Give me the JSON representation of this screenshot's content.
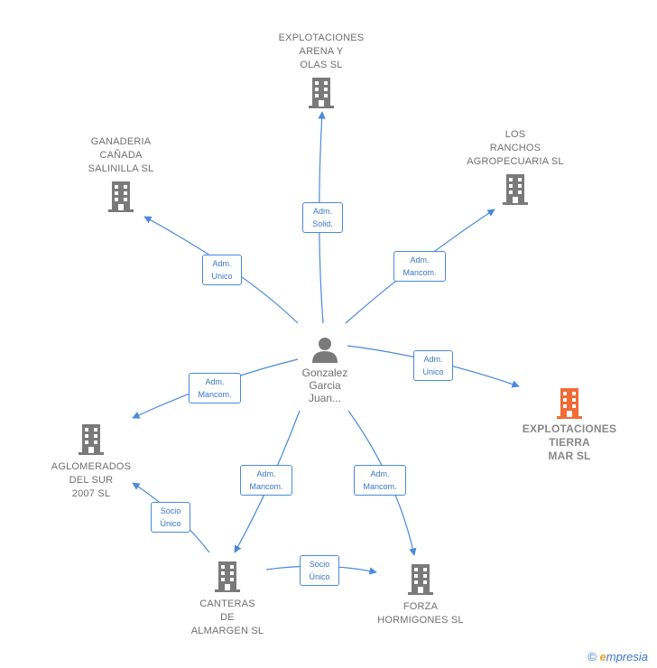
{
  "center": {
    "name": "Gonzalez\nGarcia\nJuan..."
  },
  "companies": {
    "arena": {
      "name": "EXPLOTACIONES\nARENA Y\nOLAS  SL"
    },
    "ganaderia": {
      "name": "GANADERIA\nCAÑADA\nSALINILLA  SL"
    },
    "ranchos": {
      "name": "LOS\nRANCHOS\nAGROPECUARIA SL"
    },
    "tierra": {
      "name": "EXPLOTACIONES\nTIERRA\nMAR  SL"
    },
    "aglomerados": {
      "name": "AGLOMERADOS\nDEL SUR\n2007 SL"
    },
    "canteras": {
      "name": "CANTERAS\nDE\nALMARGEN SL"
    },
    "forza": {
      "name": "FORZA\nHORMIGONES SL"
    }
  },
  "relations": {
    "r_arena": "Adm.\nSolid.",
    "r_ganaderia": "Adm.\nUnico",
    "r_ranchos": "Adm.\nMancom.",
    "r_tierra": "Adm.\nUnico",
    "r_aglomerados": "Adm.\nMancom.",
    "r_canteras": "Adm.\nMancom.",
    "r_forza": "Adm.\nMancom.",
    "r_canteras_aglom": "Socio\nÚnico",
    "r_canteras_forza": "Socio\nÚnico"
  },
  "colors": {
    "edge": "#4a89dc",
    "building": "#7a7a7a",
    "highlight": "#f26a35"
  },
  "footer": {
    "copyright": "©",
    "brand_e": "e",
    "brand_rest": "mpresia"
  }
}
